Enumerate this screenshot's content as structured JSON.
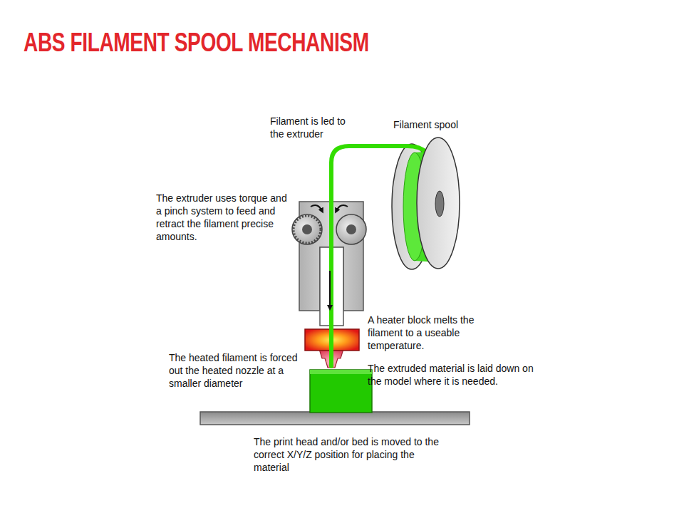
{
  "diagram": {
    "title": "ABS FILAMENT SPOOL MECHANISM",
    "labels": [
      "Filament is led to the extruder",
      "Filament spool",
      "The extruder uses torque and a pinch system to feed and retract the filament precise amounts.",
      "A heater block melts the filament to a useable temperature.",
      "The heated filament is forced out the heated nozzle at a smaller diameter",
      "The extruded material is laid down on the model where it is needed.",
      "The print head and/or bed is moved to the correct X/Y/Z position for placing the material"
    ]
  }
}
